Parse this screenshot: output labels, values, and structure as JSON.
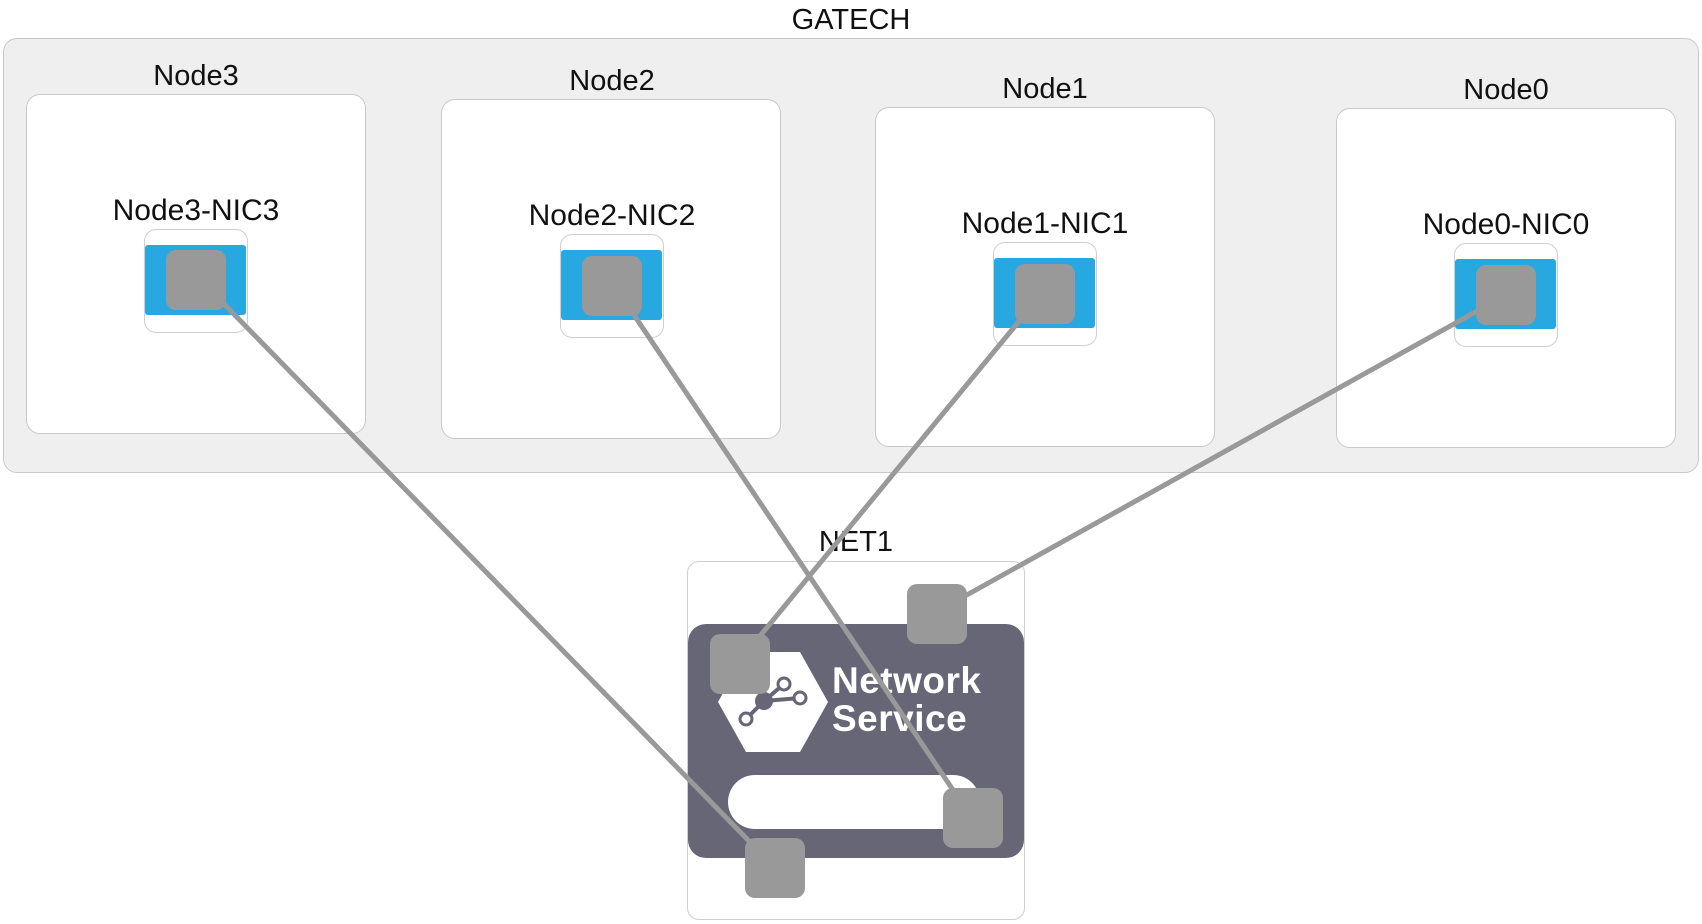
{
  "site": {
    "name": "GATECH"
  },
  "nodes": [
    {
      "name": "Node3",
      "nic": "Node3-NIC3"
    },
    {
      "name": "Node2",
      "nic": "Node2-NIC2"
    },
    {
      "name": "Node1",
      "nic": "Node1-NIC1"
    },
    {
      "name": "Node0",
      "nic": "Node0-NIC0"
    }
  ],
  "network": {
    "name": "NET1",
    "service_label_line1": "Network",
    "service_label_line2": "Service"
  },
  "colors": {
    "site_background": "#efefef",
    "nic_blue": "#27a8e0",
    "port_gray": "#999999",
    "link_gray": "#999999",
    "service_box": "#666677"
  },
  "links": [
    {
      "from": "Node3-NIC3",
      "to": "NET1 port bottom"
    },
    {
      "from": "Node2-NIC2",
      "to": "NET1 port right"
    },
    {
      "from": "Node1-NIC1",
      "to": "NET1 port left"
    },
    {
      "from": "Node0-NIC0",
      "to": "NET1 port top"
    }
  ]
}
